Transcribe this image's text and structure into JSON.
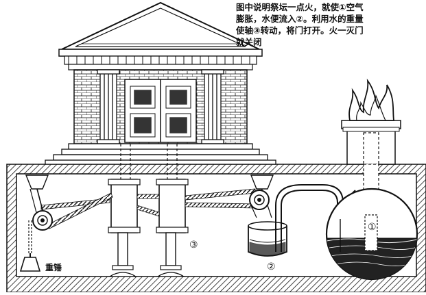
{
  "caption": {
    "lines": [
      "图中说明祭坛一点火，就使①空气",
      "膨胀，水便流入②。利用水的重量",
      "使轴③转动，将门打开。火一灭门",
      "就关闭"
    ]
  },
  "labels": {
    "counterweight": "重锤",
    "marker_1": "①",
    "marker_2": "②",
    "marker_3": "③"
  },
  "colors": {
    "ink": "#111111",
    "paper": "#ffffff",
    "water": "#222222"
  },
  "icons": [
    "temple-building",
    "altar-fire",
    "pulley",
    "counterweight",
    "axle",
    "bucket",
    "sphere-vessel",
    "siphon-pipe"
  ]
}
